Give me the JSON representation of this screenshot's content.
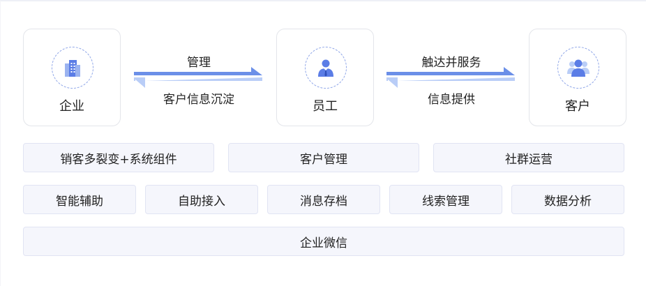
{
  "nodes": {
    "enterprise": {
      "label": "企业",
      "icon": "building-icon"
    },
    "employee": {
      "label": "员工",
      "icon": "person-icon"
    },
    "customer": {
      "label": "客户",
      "icon": "group-icon"
    }
  },
  "links": {
    "left": {
      "top_label": "管理",
      "bottom_label": "客户信息沉淀"
    },
    "right": {
      "top_label": "触达并服务",
      "bottom_label": "信息提供"
    }
  },
  "features": {
    "row1": [
      "销客多裂变+系统组件",
      "客户管理",
      "社群运营"
    ],
    "row2": [
      "智能辅助",
      "自助接入",
      "消息存档",
      "线索管理",
      "数据分析"
    ],
    "row3": [
      "企业微信"
    ]
  },
  "colors": {
    "arrow_dark": "#6b8fe8",
    "arrow_light": "#b9cdf7",
    "tag_bg": "#f5f6fc",
    "icon_blue": "#5b7de6"
  }
}
